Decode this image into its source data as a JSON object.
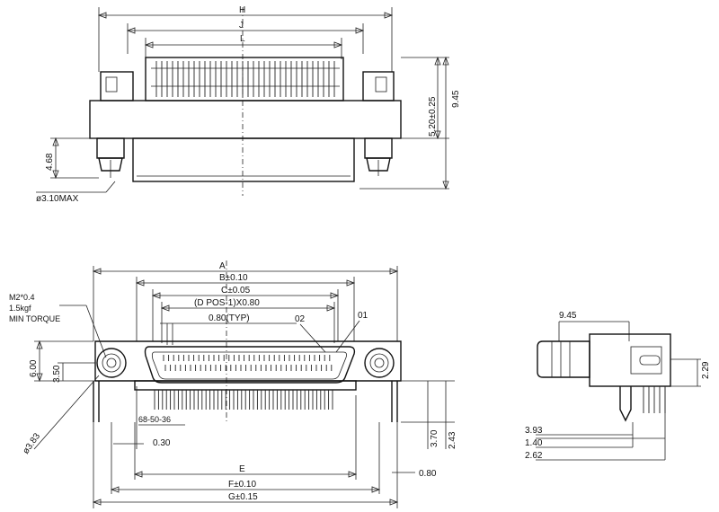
{
  "dimensions": {
    "H": "H",
    "J": "J",
    "L": "L",
    "h520": "5.20±0.25",
    "h945": "9.45",
    "h468": "4.68",
    "d310": "ø3.10MAX",
    "A": "A",
    "B": "B±0.10",
    "C": "C±0.05",
    "D": "(D POS-1)X0.80",
    "typ": "0.80(TYP)",
    "p02": "02",
    "p01": "01",
    "screw1": "M2*0.4",
    "screw2": "1.5kgf",
    "screw3": "MIN TORQUE",
    "h600": "6.00",
    "h350": "3.50",
    "d383": "ø3.83",
    "pin": "68-50-36",
    "w030": "0.30",
    "E": "E",
    "F": "F±0.10",
    "G": "G±0.15",
    "h370": "3.70",
    "h243": "2.43",
    "w080": "0.80",
    "s945": "9.45",
    "s229": "2.29",
    "s393": "3.93",
    "s140": "1.40",
    "s262": "2.62"
  }
}
